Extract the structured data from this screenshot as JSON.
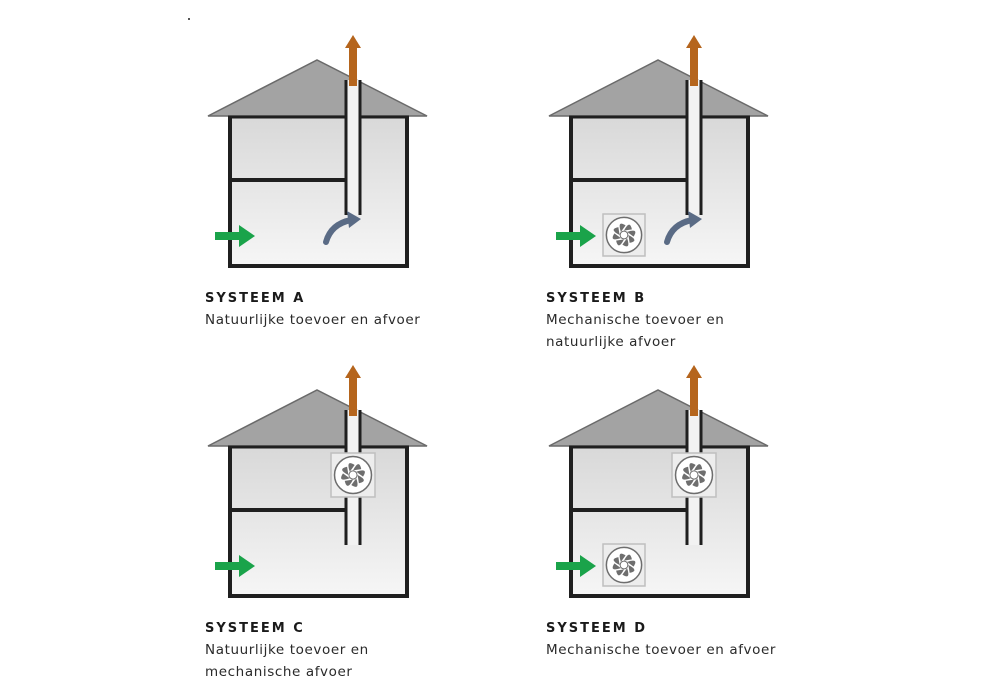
{
  "colors": {
    "roof": "#a3a3a3",
    "wall": "#1f1f1f",
    "interior_light": "#f6f6f6",
    "interior_dark": "#d8d8d8",
    "chimney_exhaust": "#b5651d",
    "supply_arrow": "#1aa34a",
    "natural_exhaust_arrow": "#5a6b85",
    "fan": "#6e6e6e"
  },
  "icons": [
    "fan-icon",
    "supply-air-arrow-icon",
    "exhaust-arrow-icon",
    "natural-exhaust-curved-arrow-icon"
  ],
  "systems": [
    {
      "title": "SYSTEEM A",
      "lines": [
        "Natuurlijke toevoer en afvoer",
        ""
      ],
      "supply": "natural",
      "exhaust": "natural"
    },
    {
      "title": "SYSTEEM B",
      "lines": [
        "Mechanische toevoer en",
        "natuurlijke afvoer"
      ],
      "supply": "mechanical",
      "exhaust": "natural"
    },
    {
      "title": "SYSTEEM C",
      "lines": [
        "Natuurlijke toevoer en",
        "mechanische afvoer"
      ],
      "supply": "natural",
      "exhaust": "mechanical"
    },
    {
      "title": "SYSTEEM D",
      "lines": [
        "Mechanische toevoer en afvoer",
        ""
      ],
      "supply": "mechanical",
      "exhaust": "mechanical"
    }
  ]
}
